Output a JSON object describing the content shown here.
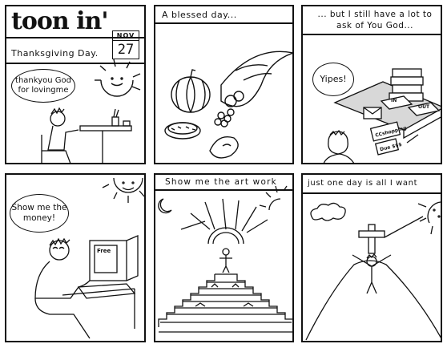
{
  "panel1": {
    "logo": "toon in'",
    "subtitle": "Thanksgiving Day.",
    "month": "NOV",
    "day": "27",
    "speech": "thankyou God for lovingme"
  },
  "panel2": {
    "caption": "A blessed day..."
  },
  "panel3": {
    "caption": "... but I still have a lot to ask of You God...",
    "speech": "Yipes!",
    "tray_in": "IN",
    "tray_out": "OUT",
    "paper_label": "CCshopping",
    "bill_label": "Due $$$"
  },
  "panel4": {
    "speech": "Show me the money!",
    "screen_label": "Free"
  },
  "panel5": {
    "caption": "Show me the art work"
  },
  "panel6": {
    "caption": "just one day is all I want"
  }
}
